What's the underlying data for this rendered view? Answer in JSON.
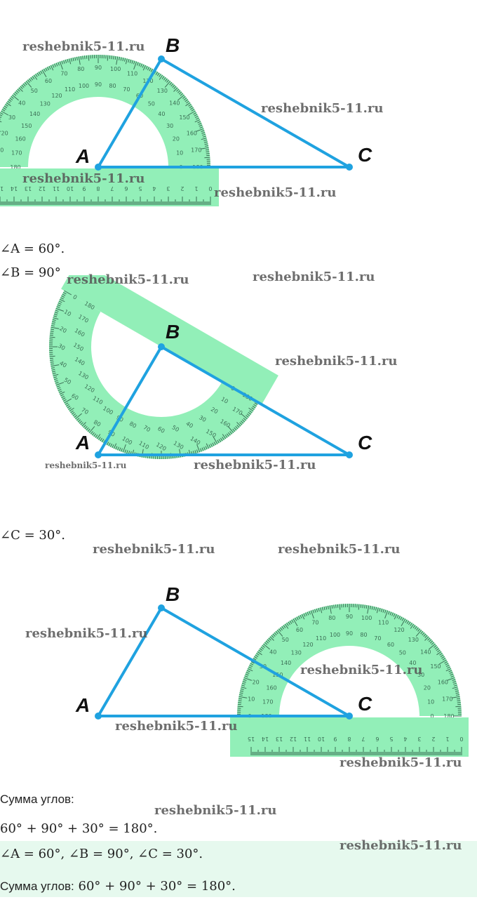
{
  "figures": {
    "fig1": {
      "A": "A",
      "B": "B",
      "C": "C"
    },
    "fig2": {
      "A": "A",
      "B": "B",
      "C": "C"
    },
    "fig3": {
      "A": "A",
      "B": "B",
      "C": "C"
    }
  },
  "protractor_scale": {
    "outer": [
      "0",
      "10",
      "20",
      "30",
      "40",
      "50",
      "60",
      "70",
      "80",
      "90",
      "100",
      "110",
      "120",
      "130",
      "140",
      "150",
      "160",
      "170",
      "180"
    ],
    "inner": [
      "180",
      "170",
      "160",
      "150",
      "140",
      "130",
      "120",
      "110",
      "100",
      "90",
      "80",
      "70",
      "60",
      "50",
      "40",
      "30",
      "20",
      "10",
      "0"
    ]
  },
  "ruler_scale": [
    "0",
    "1",
    "2",
    "3",
    "4",
    "5",
    "6",
    "7",
    "8",
    "9",
    "10",
    "11",
    "12",
    "13",
    "14",
    "15"
  ],
  "text": {
    "angle_a": "∠A = 60°.",
    "angle_b": "∠B = 90°",
    "angle_c": "∠C = 30°.",
    "sum_label": "Сумма углов:",
    "sum_expr": "60° + 90° + 30° = 180°."
  },
  "answer": {
    "line1": "∠A = 60°, ∠B = 90°, ∠C = 30°.",
    "line2_label": "Сумма углов:",
    "line2_expr": "60° + 90° + 30° = 180°."
  },
  "watermark": "reshebnik5-11.ru",
  "colors": {
    "triangle": "#1fa2e0",
    "tool_fill": "#86edb0",
    "tool_ink": "#3b6f55",
    "answer_bg": "#e6f9ee"
  }
}
